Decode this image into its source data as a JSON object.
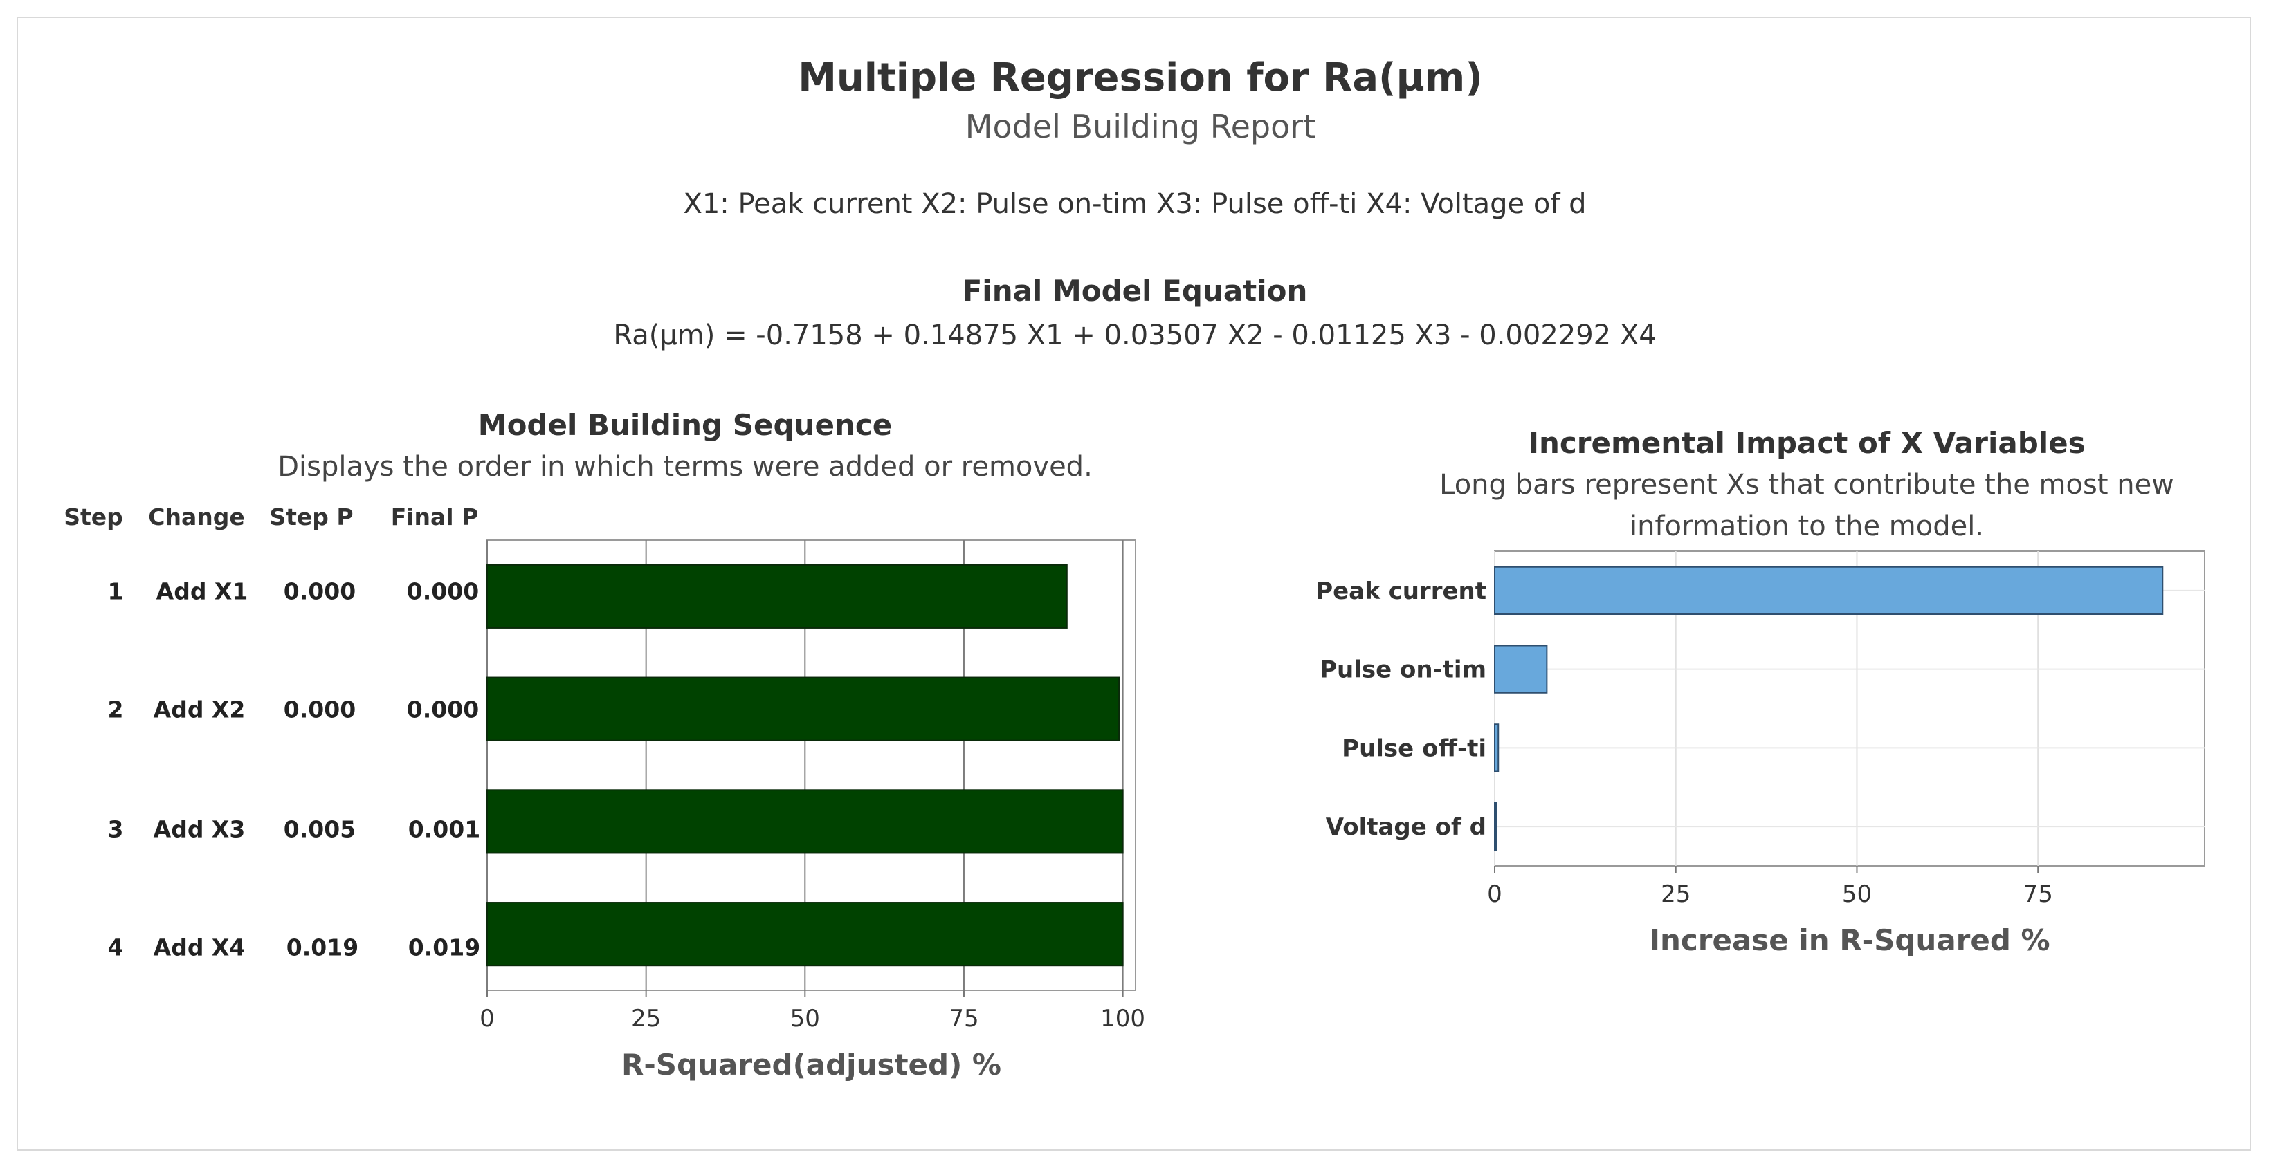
{
  "report": {
    "title": "Multiple Regression for    Ra(µm)",
    "subtitle": "Model Building Report",
    "x_definitions": "X1: Peak current   X2: Pulse on-tim   X3: Pulse off-ti   X4: Voltage of d",
    "equation_title": "Final Model Equation",
    "equation": "Ra(µm)   =   -0.7158 + 0.14875 X1 + 0.03507 X2 - 0.01125 X3 - 0.002292 X4"
  },
  "sequence_panel": {
    "title": "Model Building Sequence",
    "subtitle": "Displays the order in which terms were added or removed.",
    "headers": {
      "step": "Step",
      "change": "Change",
      "step_p": "Step P",
      "final_p": "Final P"
    },
    "rows": [
      {
        "step": "1",
        "change": "Add X1",
        "step_p": "0.000",
        "final_p": "0.000"
      },
      {
        "step": "2",
        "change": "Add X2",
        "step_p": "0.000",
        "final_p": "0.000"
      },
      {
        "step": "3",
        "change": "Add X3",
        "step_p": "0.005",
        "final_p": "0.001"
      },
      {
        "step": "4",
        "change": "Add X4",
        "step_p": "0.019",
        "final_p": "0.019"
      }
    ]
  },
  "impact_panel": {
    "title": "Incremental Impact of X Variables",
    "subtitle_line1": "Long bars represent Xs that contribute the most new",
    "subtitle_line2": "information to the model."
  },
  "chart_data": [
    {
      "type": "bar",
      "orientation": "horizontal",
      "categories": [
        "1",
        "2",
        "3",
        "4"
      ],
      "values": [
        91.2,
        99.4,
        100.0,
        100.0
      ],
      "xlabel": "R-Squared(adjusted) %",
      "xlim": [
        0,
        102
      ],
      "xticks": [
        0,
        25,
        50,
        75,
        100
      ],
      "grid": true,
      "bar_color": "#004200"
    },
    {
      "type": "bar",
      "orientation": "horizontal",
      "categories": [
        "Peak current",
        "Pulse on-tim",
        "Pulse off-ti",
        "Voltage of d"
      ],
      "values": [
        92.2,
        7.2,
        0.5,
        0.1
      ],
      "xlabel": "Increase in R-Squared %",
      "xlim": [
        0,
        98
      ],
      "xticks": [
        0,
        25,
        50,
        75
      ],
      "grid": true,
      "bar_color": "#68a8dc"
    }
  ]
}
